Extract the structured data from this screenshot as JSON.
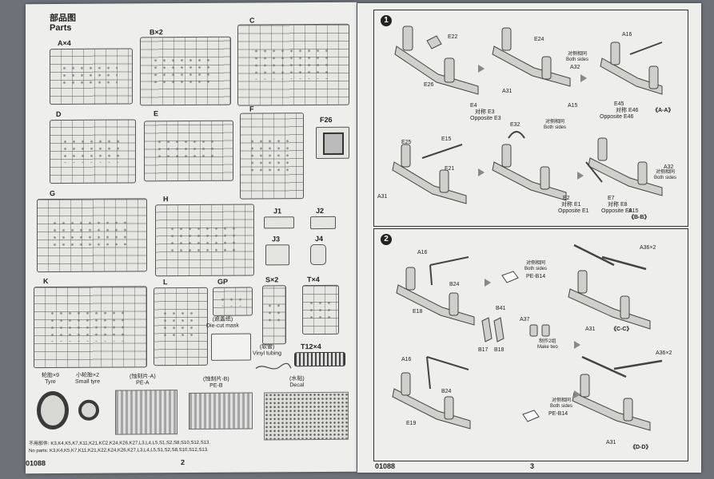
{
  "left": {
    "title_cn": "部品图",
    "title_en": "Parts",
    "sprues": [
      {
        "label": "A×4"
      },
      {
        "label": "B×2"
      },
      {
        "label": "C"
      },
      {
        "label": "D"
      },
      {
        "label": "E"
      },
      {
        "label": "F"
      },
      {
        "label": "F26"
      },
      {
        "label": "G"
      },
      {
        "label": "H"
      },
      {
        "label": "J1"
      },
      {
        "label": "J2"
      },
      {
        "label": "J3"
      },
      {
        "label": "J4"
      },
      {
        "label": "K"
      },
      {
        "label": "L"
      },
      {
        "label": "GP"
      },
      {
        "label": "S×2"
      },
      {
        "label": "T×4"
      },
      {
        "label": "T12×4"
      }
    ],
    "gp_mask_cn": "(遮盖纸)",
    "gp_mask_en": "Die-cut mask",
    "vinyl_cn": "(软管)",
    "vinyl_en": "Vinyl tubing",
    "tyre_cn": "轮胎×9",
    "tyre_en": "Tyre",
    "small_tyre_cn": "小轮胎×2",
    "small_tyre_en": "Small tyre",
    "pe_a_cn": "(蚀刻片-A)",
    "pe_a": "PE-A",
    "pe_b_cn": "(蚀刻片-B)",
    "pe_b": "PE-B",
    "decal_cn": "(水贴)",
    "decal_en": "Decal",
    "unused_cn": "不用部件: K3,K4,K5,K7,K11,K21,KC2,K24,K26,K27,L3,L4,L5,S1,S2,S8,S10,S12,S13.",
    "unused_en": "No parts: K3,K4,K5,K7,K11,K21,K22,K24,K26,K27,L3,L4,L5,S1,S2,S8,S10,S12,S13.",
    "kit_no": "01088",
    "page_no": "2"
  },
  "right": {
    "kit_no": "01088",
    "page_no": "3",
    "step1": {
      "num": "1",
      "labels": [
        "E22",
        "E26",
        "E24",
        "A32",
        "A31",
        "A16",
        "E45",
        "E4",
        "E3",
        "A15",
        "E32",
        "E25",
        "E15",
        "E21",
        "A31",
        "E2",
        "E1",
        "E7",
        "E8",
        "A32",
        "A15"
      ],
      "both_sides_cn": "对侧相同",
      "both_sides_en": "Both sides",
      "opp_e3_cn": "对称 E3",
      "opp_e3_en": "Opposite E3",
      "opp_e46_cn": "对称 E46",
      "opp_e46_en": "Opposite E46",
      "opp_e1_cn": "对称 E1",
      "opp_e1_en": "Opposite E1",
      "opp_e8_cn": "对称 E8",
      "opp_e8_en": "Opposite E8",
      "view_a": "《A-A》",
      "view_b": "《B-B》"
    },
    "step2": {
      "num": "2",
      "labels": [
        "A16",
        "B24",
        "E18",
        "PE-B14",
        "B41",
        "A37",
        "B17",
        "B18",
        "A36×2",
        "A31",
        "A16",
        "B24",
        "E19",
        "PE-B14",
        "A36×2",
        "A31"
      ],
      "both_sides_cn": "对侧相同",
      "both_sides_en": "Both sides",
      "make_two_cn": "制作2组",
      "make_two_en": "Make two",
      "view_c": "《C-C》",
      "view_d": "《D-D》"
    }
  }
}
